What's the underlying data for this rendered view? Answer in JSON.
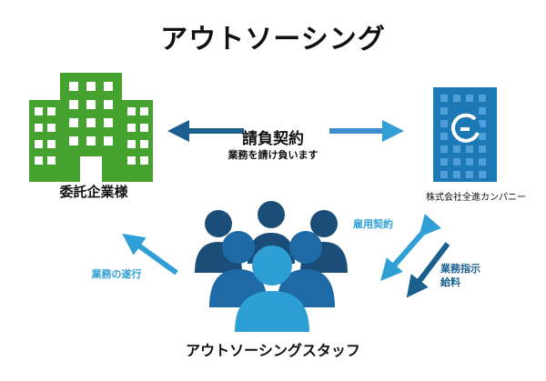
{
  "title": "アウトソーシング",
  "client": {
    "label": "委託企業様"
  },
  "company": {
    "label": "株式会社全進カンパニー"
  },
  "contract": {
    "main": "請負契約",
    "sub": "業務を請け負います"
  },
  "task_execution": {
    "label": "業務の遂行"
  },
  "employment": {
    "label": "雇用契約"
  },
  "instruction": {
    "line1": "業務指示",
    "line2": "給料"
  },
  "staff": {
    "label": "アウトソーシングスタッフ"
  },
  "colors": {
    "building_green": "#45a22e",
    "building_blue": "#1d78b6",
    "arrow_dark": "#1a5f8e",
    "arrow_light": "#2f9fd6",
    "people_dark": "#1a4e78",
    "people_mid": "#1d6aa6",
    "people_light": "#2d9fd5"
  },
  "icons": [
    "office-building-icon",
    "company-logo-building-icon",
    "staff-group-icon"
  ]
}
